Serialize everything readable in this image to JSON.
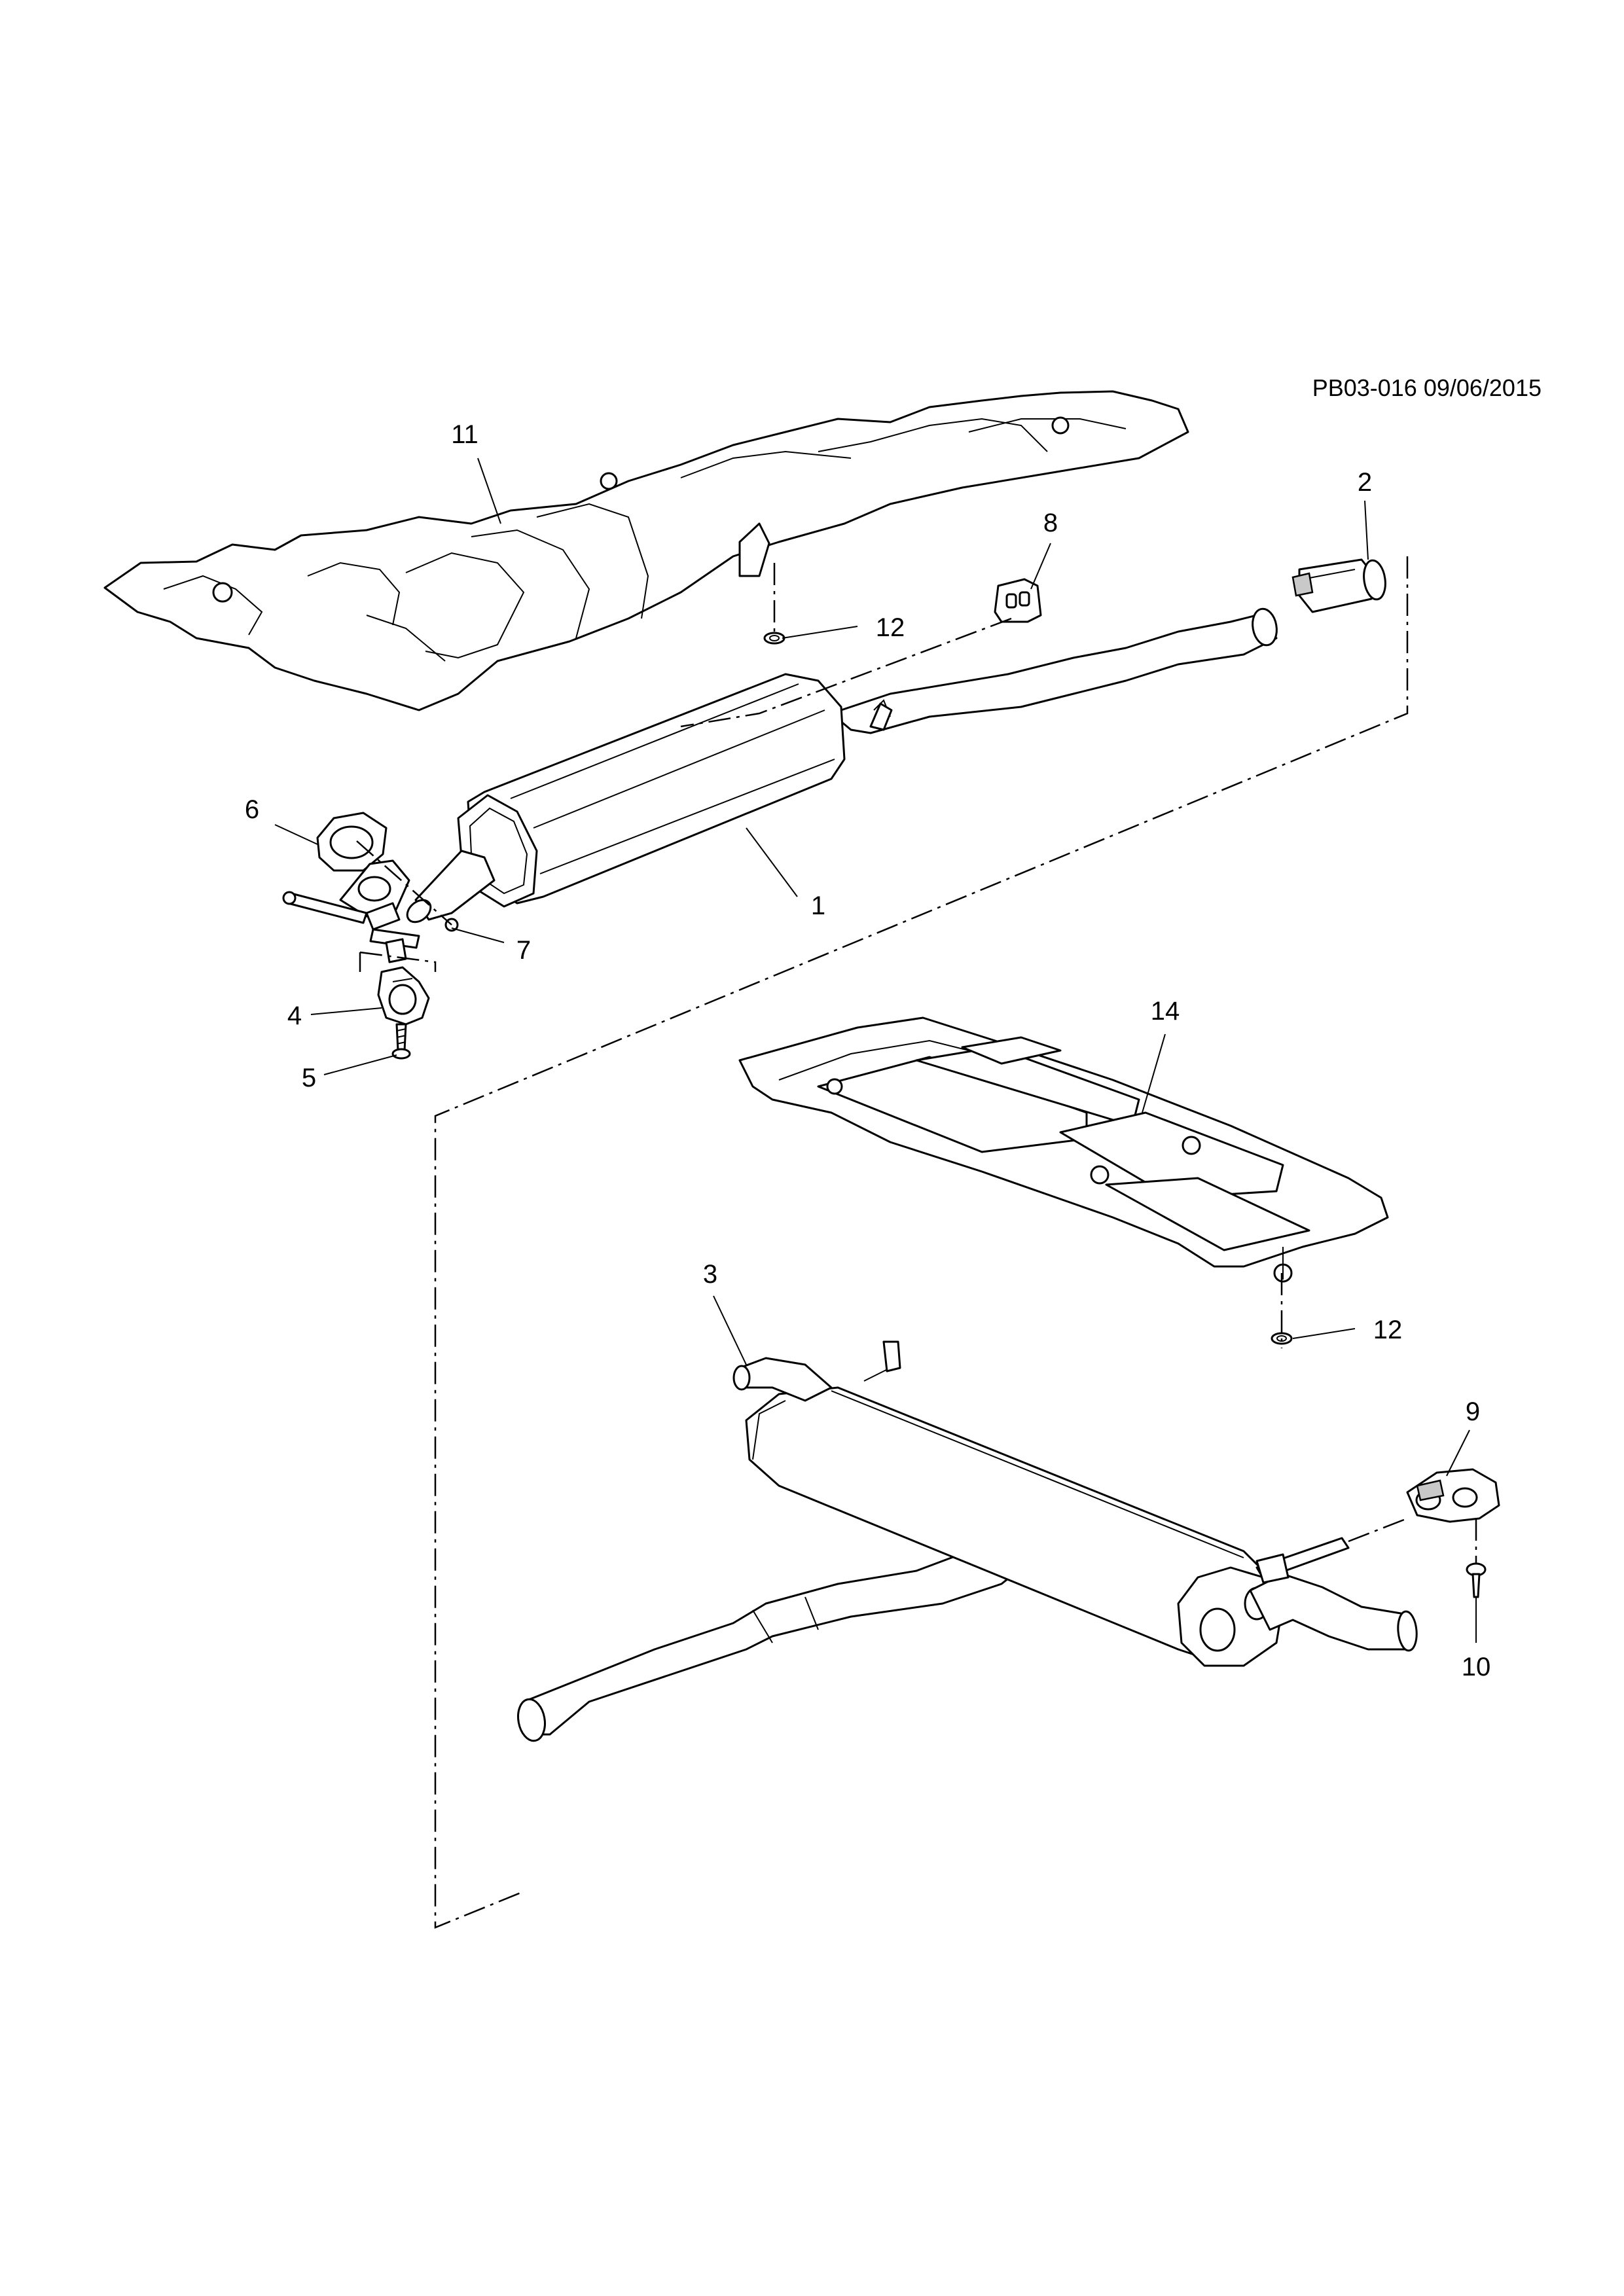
{
  "diagram": {
    "reference": "PB03-016 09/06/2015",
    "callouts": [
      {
        "id": "1",
        "text": "1"
      },
      {
        "id": "2",
        "text": "2"
      },
      {
        "id": "3",
        "text": "3"
      },
      {
        "id": "4",
        "text": "4"
      },
      {
        "id": "5",
        "text": "5"
      },
      {
        "id": "6",
        "text": "6"
      },
      {
        "id": "7",
        "text": "7"
      },
      {
        "id": "8",
        "text": "8"
      },
      {
        "id": "9",
        "text": "9"
      },
      {
        "id": "10",
        "text": "10"
      },
      {
        "id": "11",
        "text": "11"
      },
      {
        "id": "12a",
        "text": "12"
      },
      {
        "id": "12b",
        "text": "12"
      },
      {
        "id": "14",
        "text": "14"
      }
    ]
  }
}
